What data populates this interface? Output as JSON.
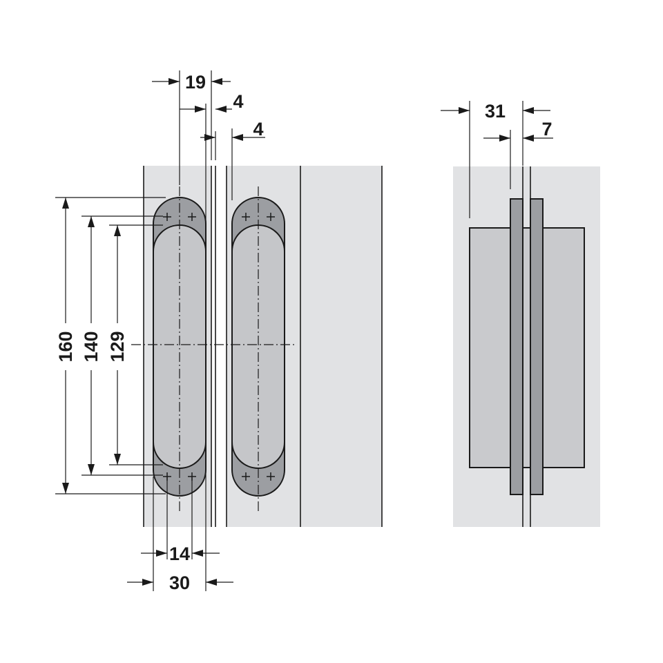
{
  "drawing": {
    "front_view": {
      "dimensions": {
        "width_19": "19",
        "gap_4_upper": "4",
        "gap_4_lower": "4",
        "height_160": "160",
        "height_140": "140",
        "height_129": "129",
        "width_14": "14",
        "width_30": "30"
      }
    },
    "side_view": {
      "dimensions": {
        "depth_31": "31",
        "depth_7": "7"
      }
    },
    "colors": {
      "panel": "#e1e2e4",
      "hinge_dark": "#9c9ea2",
      "hinge_light": "#c5c6c9",
      "line": "#1a1a1a"
    }
  }
}
